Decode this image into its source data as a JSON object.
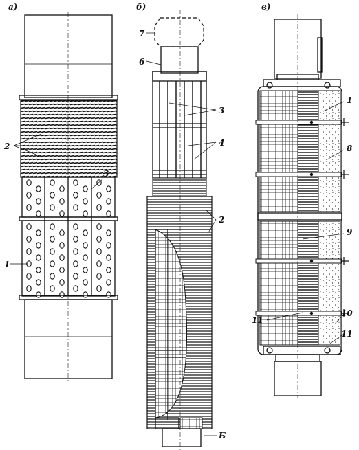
{
  "panels": [
    {
      "id": "a",
      "letter": "а)"
    },
    {
      "id": "b",
      "letter": "б)"
    },
    {
      "id": "c",
      "letter": "в)"
    }
  ],
  "labels": {
    "a": [
      "2",
      "3",
      "1"
    ],
    "b": [
      "7",
      "6",
      "3",
      "4",
      "2",
      "Б"
    ],
    "c": [
      "1",
      "8",
      "9",
      "10",
      "11",
      "11"
    ]
  }
}
